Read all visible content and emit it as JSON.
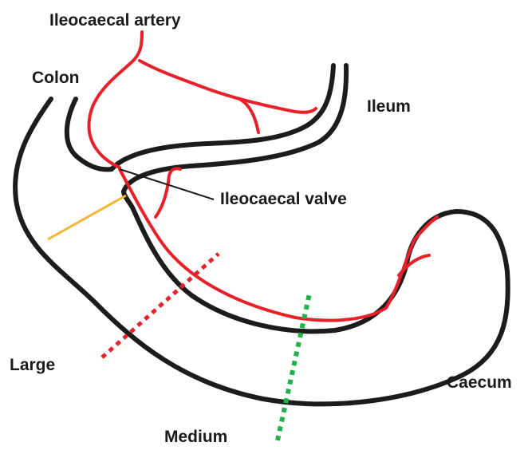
{
  "labels": {
    "ileocaecal_artery": "Ileocaecal artery",
    "colon": "Colon",
    "ileum": "Ileum",
    "ileocaecal_valve": "Ileocaecal valve",
    "large": "Large",
    "medium": "Medium",
    "caecum": "Caecum"
  },
  "colors": {
    "outline": "#1c1c1c",
    "artery": "#e8202a",
    "small_line": "#f2b632",
    "large_line": "#e8202a",
    "medium_line": "#22b14c",
    "leader_line": "#1c1c1c"
  }
}
